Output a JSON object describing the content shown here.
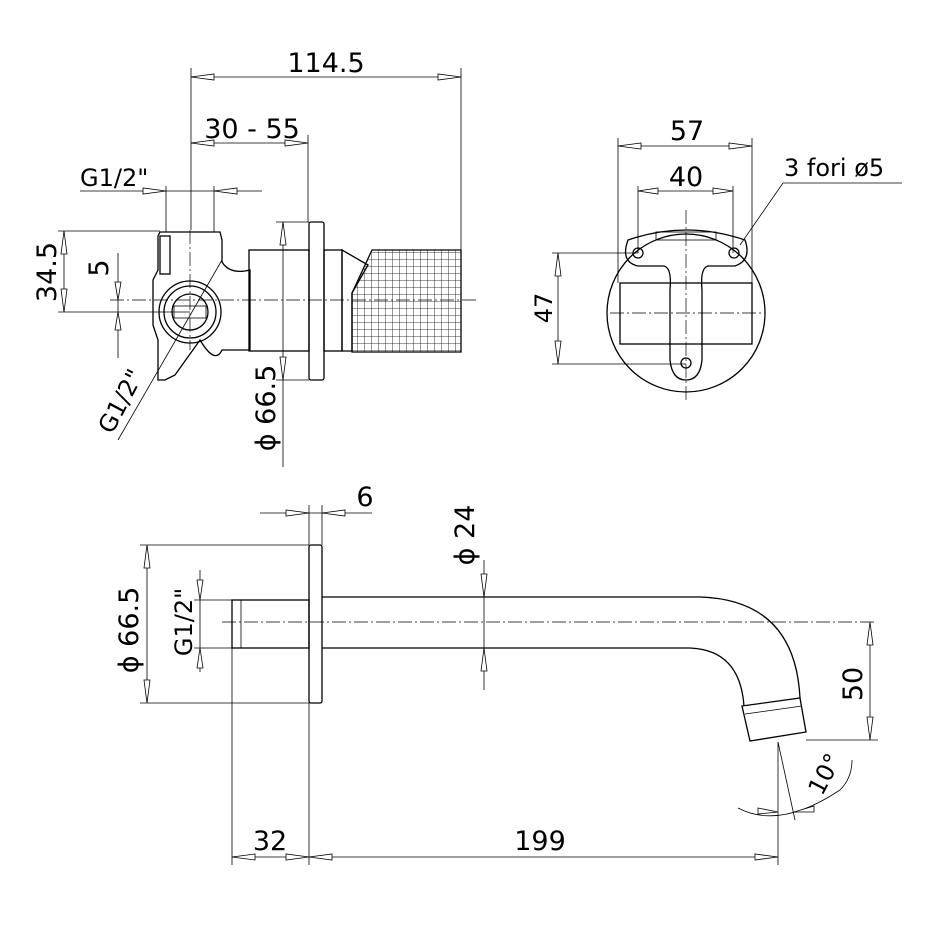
{
  "drawing": {
    "side_view": {
      "overall_length": "114.5",
      "wall_range": "30 - 55",
      "inlet_thread_top": "G1/2\"",
      "height_offset": "34.5",
      "offset_small": "5",
      "inlet_thread_diag": "G1/2\"",
      "flange_diameter": "ϕ 66.5"
    },
    "front_view": {
      "width_outer": "57",
      "hole_spacing": "40",
      "holes_note": "3 fori ø5",
      "height": "47"
    },
    "spout_view": {
      "flange_thickness": "6",
      "spout_diameter": "ϕ 24",
      "flange_diameter": "ϕ 66.5",
      "thread": "G1/2\"",
      "drop": "50",
      "angle": "10°",
      "stub_length": "32",
      "spout_reach": "199"
    }
  }
}
